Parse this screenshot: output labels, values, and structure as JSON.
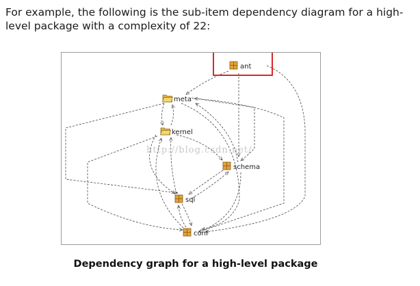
{
  "intro_text": "For example, the following is the sub-item dependency diagram for a high-level package with a complexity of 22:",
  "caption": "Dependency graph for a high-level package",
  "watermark": "http://blog.csdn.net/",
  "highlight_color": "#d9262c",
  "nodes": [
    {
      "id": "ant",
      "label": "ant",
      "icon": "package-icon",
      "highlighted": true
    },
    {
      "id": "meta",
      "label": "meta",
      "icon": "folder-icon"
    },
    {
      "id": "kernel",
      "label": "kernel",
      "icon": "folder-icon"
    },
    {
      "id": "schema",
      "label": "schema",
      "icon": "package-icon"
    },
    {
      "id": "sql",
      "label": "sql",
      "icon": "package-icon"
    },
    {
      "id": "conf",
      "label": "conf",
      "icon": "package-icon"
    }
  ],
  "edges": [
    {
      "from": "ant",
      "to": "meta"
    },
    {
      "from": "ant",
      "to": "schema"
    },
    {
      "from": "ant",
      "to": "conf"
    },
    {
      "from": "meta",
      "to": "kernel"
    },
    {
      "from": "kernel",
      "to": "meta"
    },
    {
      "from": "meta",
      "to": "sql"
    },
    {
      "from": "meta",
      "to": "conf"
    },
    {
      "from": "meta",
      "to": "schema"
    },
    {
      "from": "kernel",
      "to": "sql"
    },
    {
      "from": "kernel",
      "to": "schema"
    },
    {
      "from": "kernel",
      "to": "conf"
    },
    {
      "from": "schema",
      "to": "sql"
    },
    {
      "from": "sql",
      "to": "schema"
    },
    {
      "from": "schema",
      "to": "meta"
    },
    {
      "from": "schema",
      "to": "conf"
    },
    {
      "from": "sql",
      "to": "kernel"
    },
    {
      "from": "sql",
      "to": "conf"
    },
    {
      "from": "conf",
      "to": "sql"
    },
    {
      "from": "conf",
      "to": "kernel"
    },
    {
      "from": "conf",
      "to": "meta"
    }
  ]
}
